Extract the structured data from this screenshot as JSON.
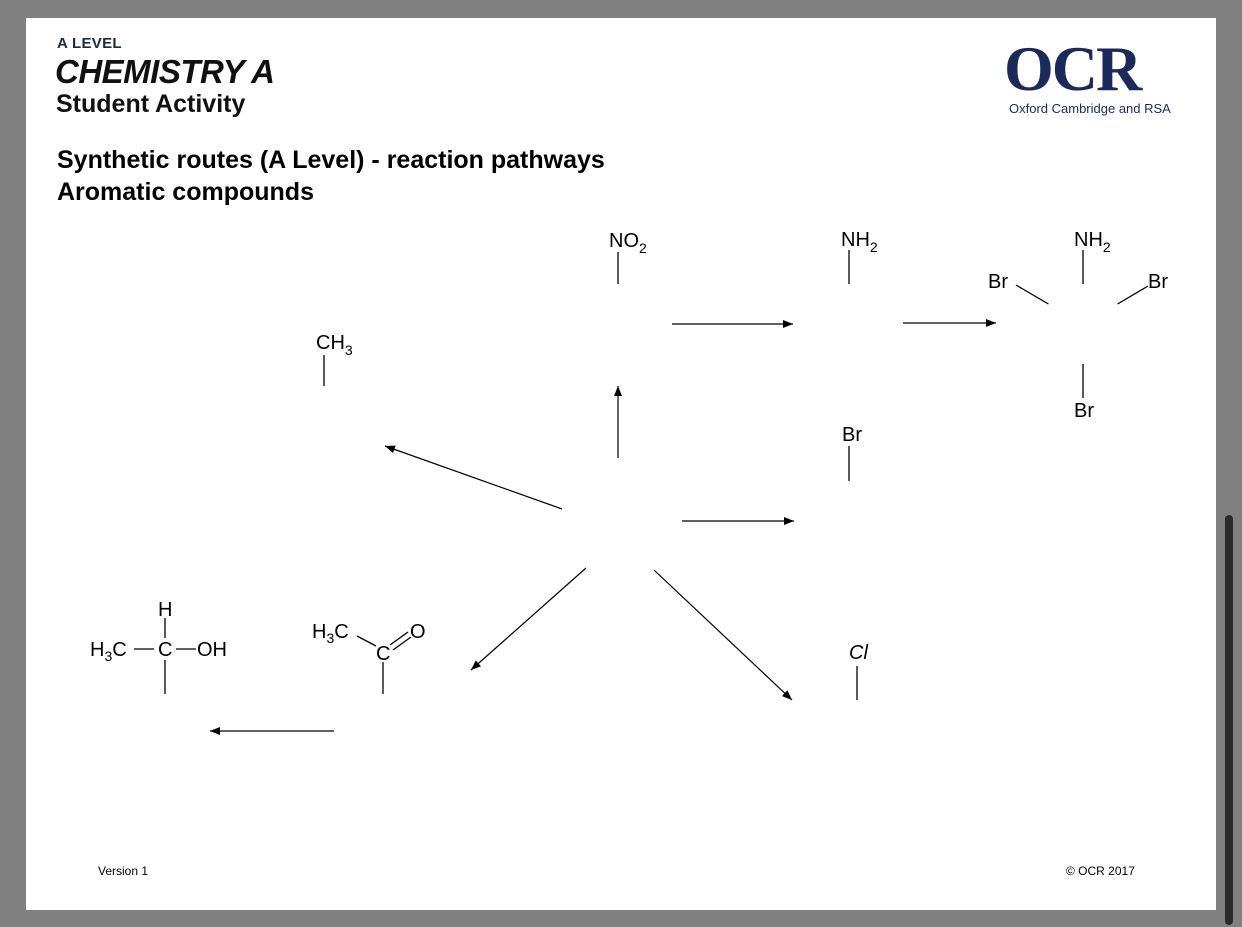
{
  "header": {
    "level": "A LEVEL",
    "subject": "CHEMISTRY A",
    "activity": "Student Activity"
  },
  "logo": {
    "letters": "OCR",
    "tagline": "Oxford Cambridge and RSA",
    "color": "#1b2a5c"
  },
  "title": {
    "line1": "Synthetic routes (A Level) - reaction pathways",
    "line2": "Aromatic compounds"
  },
  "labels": {
    "ch3": "CH",
    "ch3_sub": "3",
    "no2": "NO",
    "no2_sub": "2",
    "nh2": "NH",
    "nh2_sub": "2",
    "nh2b": "NH",
    "nh2b_sub": "2",
    "br_left": "Br",
    "br_right": "Br",
    "br_bottom": "Br",
    "br_mono": "Br",
    "cl": "Cl",
    "h": "H",
    "h3c_alc": "H",
    "h3c_alc_sub": "3",
    "h3c_alc_c": "C",
    "c_alc": "C",
    "oh": "OH",
    "h3c_ket": "H",
    "h3c_ket_sub": "3",
    "h3c_ket_c": "C",
    "c_ket": "C",
    "o_ket": "O"
  },
  "footer": {
    "version": "Version 1",
    "copyright": "© OCR 2017"
  }
}
